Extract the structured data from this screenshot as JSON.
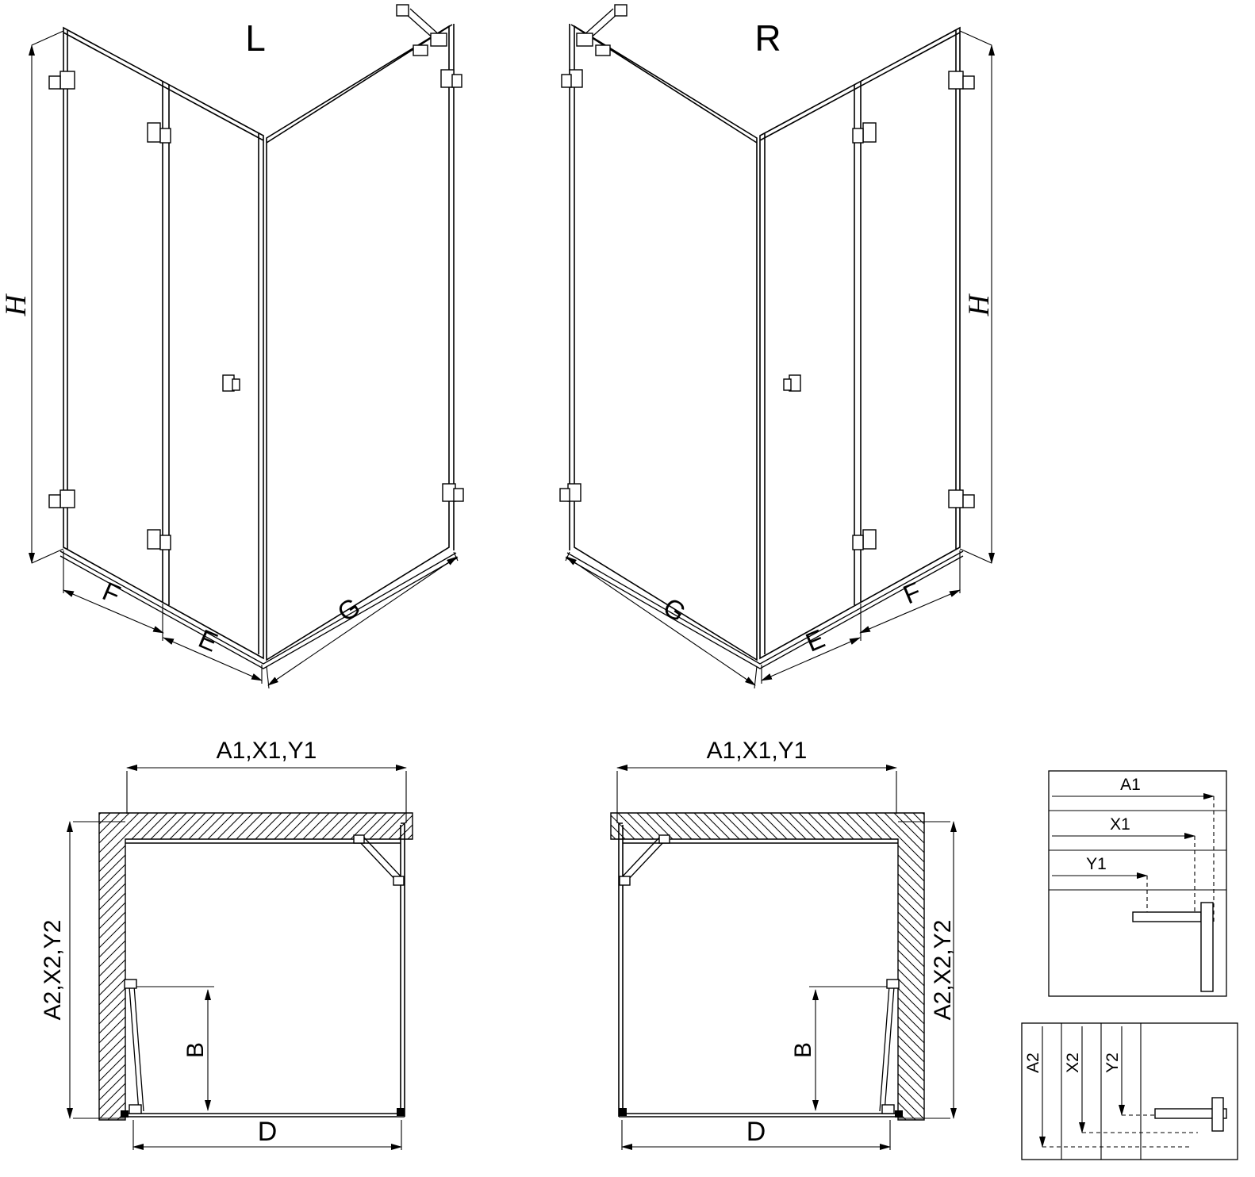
{
  "page": {
    "background": "#ffffff",
    "line_color": "#000000"
  },
  "iso_left": {
    "variant_label": "L",
    "height_label": "H",
    "width_front_label": "F",
    "door_label": "E",
    "side_label": "G"
  },
  "iso_right": {
    "variant_label": "R",
    "height_label": "H",
    "width_front_label": "F",
    "door_label": "E",
    "side_label": "G"
  },
  "plan_left": {
    "top_dim_label": "A1,X1,Y1",
    "side_dim_label": "A2,X2,Y2",
    "door_width_label": "B",
    "base_width_label": "D"
  },
  "plan_right": {
    "top_dim_label": "A1,X1,Y1",
    "side_dim_label": "A2,X2,Y2",
    "door_width_label": "B",
    "base_width_label": "D"
  },
  "detail_top": {
    "labels": [
      "A1",
      "X1",
      "Y1"
    ]
  },
  "detail_bottom": {
    "labels": [
      "A2",
      "X2",
      "Y2"
    ]
  }
}
